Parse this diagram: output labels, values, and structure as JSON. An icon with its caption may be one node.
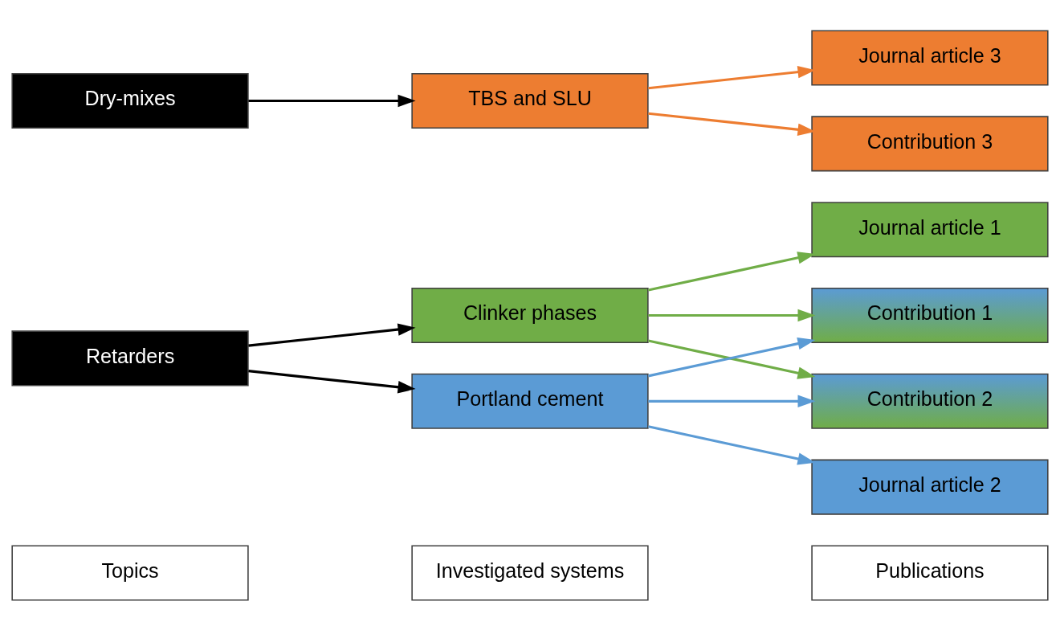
{
  "diagram": {
    "nodes": [
      {
        "text": [
          "Topics"
        ]
      },
      {
        "text": [
          "Investigated systems"
        ]
      },
      {
        "text": [
          "Publications"
        ]
      },
      {
        "text": [
          "Retarders"
        ]
      },
      {
        "text": [
          "Clinker phases"
        ]
      },
      {
        "text": [
          "Portland cement"
        ]
      },
      {
        "text": [
          "Journal article 1"
        ]
      },
      {
        "text": [
          "Contribution 1"
        ]
      },
      {
        "text": [
          "Contribution 2"
        ]
      },
      {
        "text": [
          "Journal article 2"
        ]
      },
      {
        "text": [
          "Dry-mixes"
        ]
      },
      {
        "text": [
          "TBS and SLU"
        ]
      },
      {
        "text": [
          "Journal article 3"
        ]
      },
      {
        "text": [
          "Contribution 3"
        ]
      }
    ],
    "edges": [
      {
        "from": 3,
        "to": 4,
        "arrow": "to",
        "color": "#000000"
      },
      {
        "from": 3,
        "to": 5,
        "arrow": "to",
        "color": "#000000"
      },
      {
        "from": 4,
        "to": 6,
        "arrow": "to",
        "color": "#70ad47"
      },
      {
        "from": 4,
        "to": 7,
        "arrow": "to",
        "color": "#70ad47"
      },
      {
        "from": 4,
        "to": 8,
        "arrow": "to",
        "color": "#70ad47"
      },
      {
        "from": 5,
        "to": 7,
        "arrow": "to",
        "color": "#5b9bd5"
      },
      {
        "from": 5,
        "to": 8,
        "arrow": "to",
        "color": "#5b9bd5"
      },
      {
        "from": 5,
        "to": 9,
        "arrow": "to",
        "color": "#5b9bd5"
      },
      {
        "from": 10,
        "to": 11,
        "arrow": "to",
        "color": "#000000"
      },
      {
        "from": 11,
        "to": 12,
        "arrow": "to",
        "color": "#ed7d31"
      },
      {
        "from": 11,
        "to": 13,
        "arrow": "to",
        "color": "#ed7d31"
      }
    ]
  }
}
